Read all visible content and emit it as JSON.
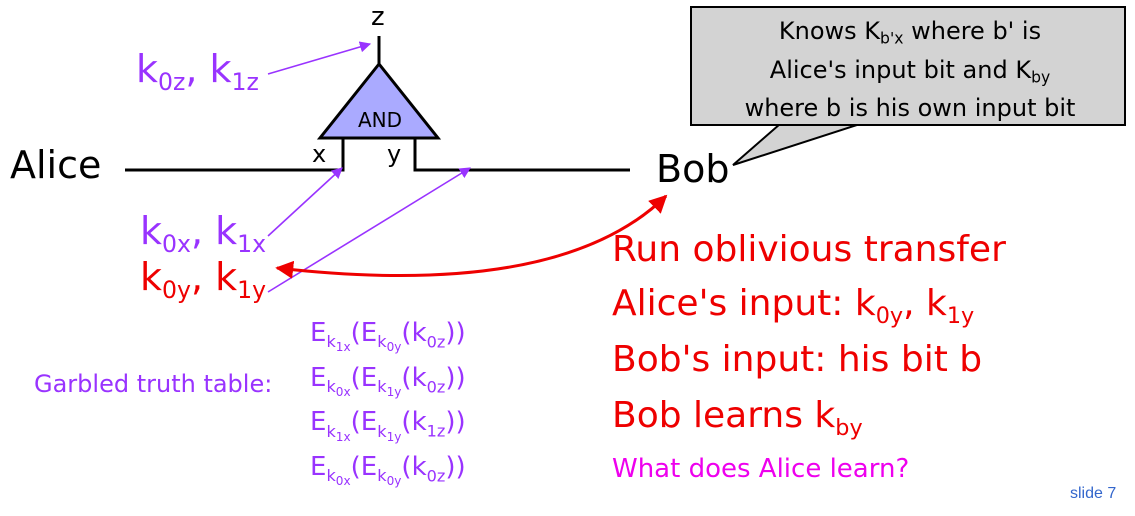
{
  "circuit": {
    "output_wire_label": "z",
    "gate_label": "AND",
    "input_x_label": "x",
    "input_y_label": "y",
    "party_alice": "Alice",
    "party_bob": "Bob"
  },
  "keys": {
    "z": {
      "k": "k",
      "sub0": "0z",
      "sep": ", ",
      "sub1": "1z"
    },
    "x": {
      "k": "k",
      "sub0": "0x",
      "sep": ", ",
      "sub1": "1x"
    },
    "y": {
      "k": "k",
      "sub0": "0y",
      "sep": ", ",
      "sub1": "1y"
    }
  },
  "bubble": {
    "line1_pre": "Knows K",
    "line1_sub": "b'x",
    "line1_post": " where b' is",
    "line2": "Alice's input bit and K",
    "line2_sub": "by",
    "line3": "where b is his own input bit"
  },
  "garbled": {
    "label": "Garbled truth table:",
    "rows": [
      {
        "outer": "1x",
        "inner": "0y",
        "key": "0z"
      },
      {
        "outer": "0x",
        "inner": "1y",
        "key": "0z"
      },
      {
        "outer": "1x",
        "inner": "1y",
        "key": "1z"
      },
      {
        "outer": "0x",
        "inner": "0y",
        "key": "0z"
      }
    ],
    "E": "E",
    "k": "k"
  },
  "ot": {
    "line1": "Run oblivious transfer",
    "line2_pre": "Alice's input: ",
    "line2_k": "k",
    "line2_sub0": "0y",
    "line2_sep": ", ",
    "line2_sub1": "1y",
    "line3": "Bob's input: his bit b",
    "line4_pre": "Bob learns ",
    "line4_k": "k",
    "line4_sub": "by",
    "question": "What does Alice learn?"
  },
  "footer": {
    "slide": "slide 7"
  },
  "colors": {
    "purple": "#9933ff",
    "red": "#ee0000",
    "magenta": "#ee00ee",
    "gate_fill": "#aaaaff",
    "bubble_fill": "#d3d3d3"
  }
}
